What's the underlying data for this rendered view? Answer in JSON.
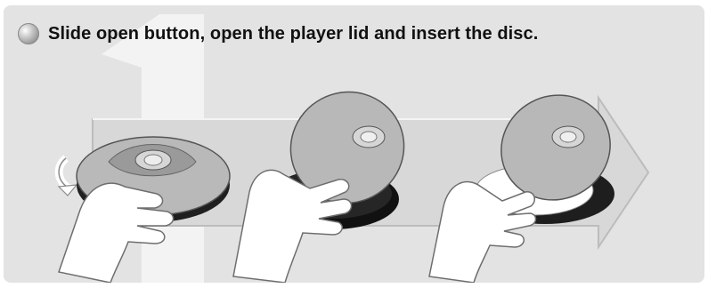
{
  "step": {
    "number": "1",
    "instruction": "Slide open button, open the player lid and insert the disc."
  },
  "icons": {
    "bullet": "grey-sphere-bullet-icon",
    "slide_arrow": "curved-open-arrow-icon",
    "sequence_arrow": "large-right-arrow"
  },
  "illustrations": [
    {
      "name": "player-closed-hand-sliding-button"
    },
    {
      "name": "player-lid-opening-hand-lifting"
    },
    {
      "name": "player-lid-open-disc-inserted"
    }
  ],
  "colors": {
    "panel": "#e3e3e3",
    "arrow_body": "#d6d6d6",
    "number_watermark": "#f2f2f2",
    "player_silver": "#b8b8b8",
    "player_dark": "#2a2a2a"
  }
}
